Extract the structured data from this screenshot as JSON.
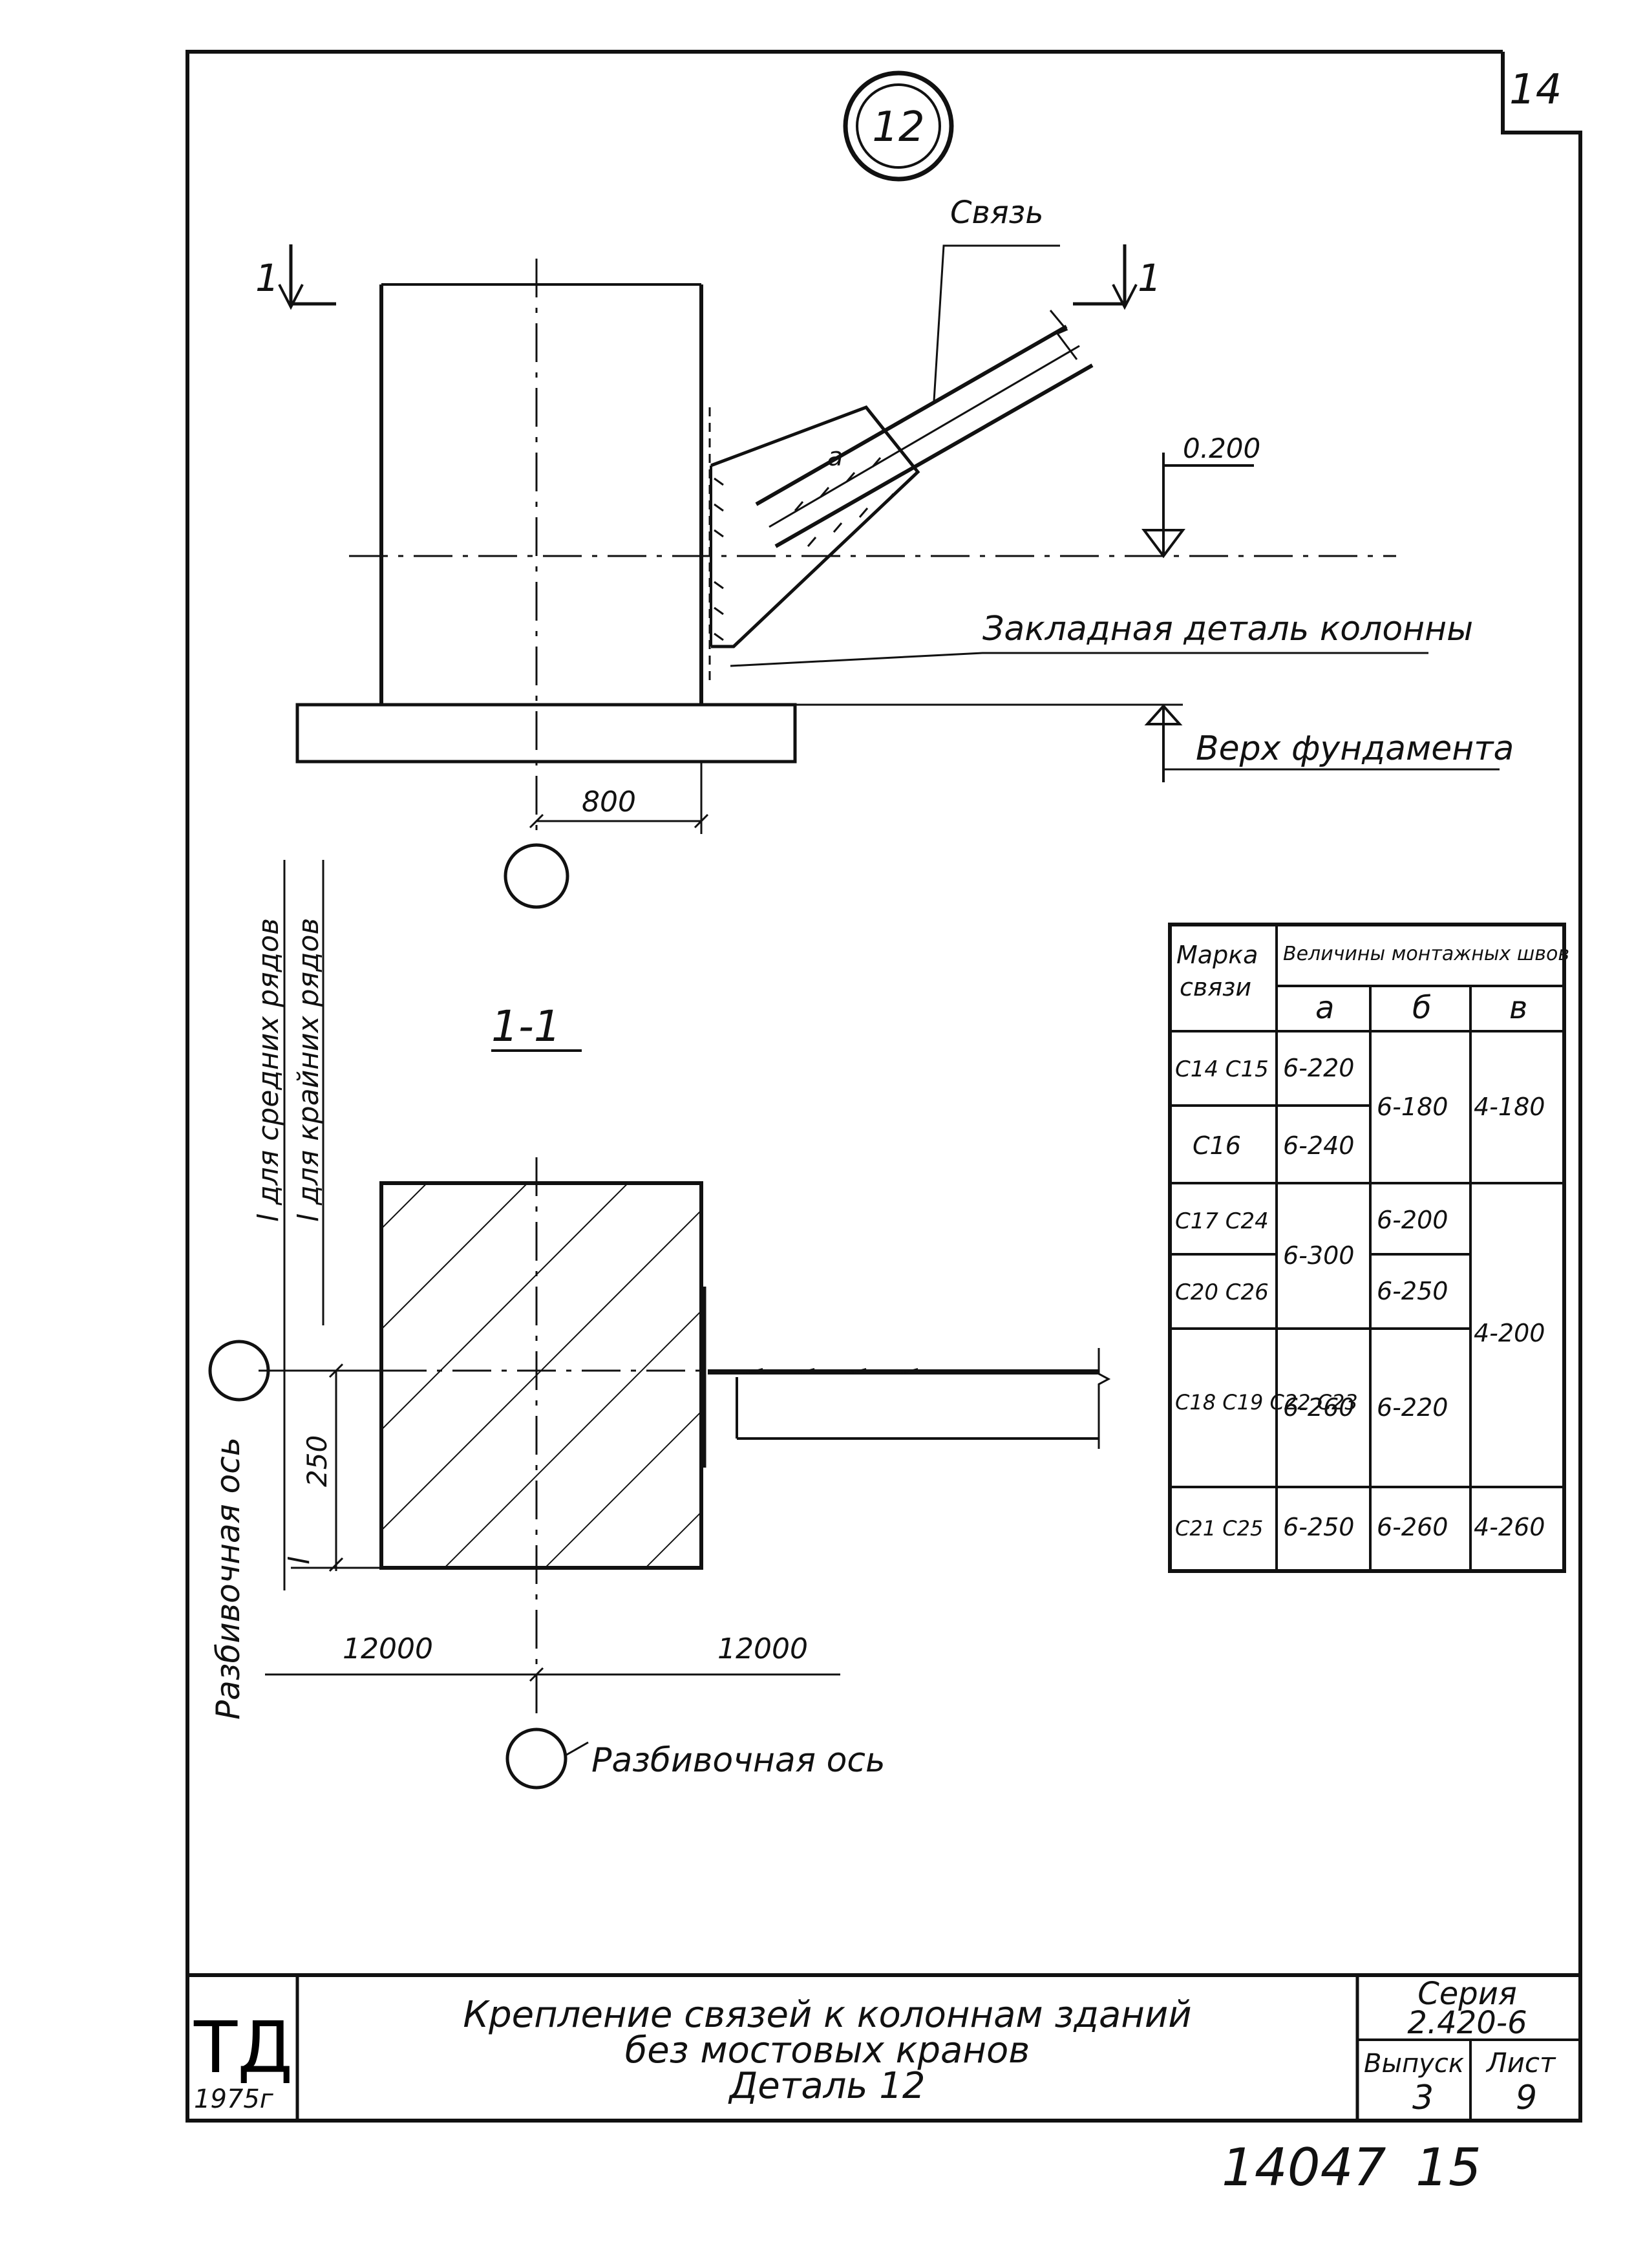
{
  "sheet": {
    "corner_number": "14",
    "detail_number": "12",
    "bottom_number": "14047",
    "bottom_page": "15"
  },
  "elevation": {
    "section_mark": "1",
    "brace_label": "Связь",
    "level_label": "0.200",
    "weld_label": "а",
    "embedded_part_label": "Закладная деталь колонны",
    "foundation_top_label": "Верх фундамента",
    "dim_800": "800"
  },
  "section": {
    "title": "1-1",
    "dim_250": "250",
    "dim_12000_left": "12000",
    "dim_12000_right": "12000",
    "axis_label_bottom": "Разбивочная ось",
    "axis_label_vertical": "Разбивочная ось",
    "l_symbol": "l",
    "l_middle_rows": "l для средних рядов",
    "l_edge_rows": "l для крайних рядов"
  },
  "weld_table": {
    "col_mark_header": "Марка связи",
    "col_group_header": "Величины монтажных швов",
    "col_a": "а",
    "col_b": "б",
    "col_v": "в",
    "rows": [
      {
        "marks": "С14 С15",
        "a": "6-220"
      },
      {
        "marks": "С16",
        "a": "6-240"
      },
      {
        "marks": "С17 С24",
        "b": "6-200"
      },
      {
        "marks": "С20 С26",
        "b": "6-250"
      },
      {
        "marks": "С18 С19 С22 С23",
        "a": "6-260",
        "b": "6-220"
      },
      {
        "marks": "С21 С25",
        "a": "6-250",
        "b": "6-260",
        "v": "4-260"
      }
    ],
    "merged": {
      "b_c14_c16": "6-180",
      "v_c14_c16": "4-180",
      "a_c17_c26": "6-300",
      "v_c17_c23": "4-200"
    }
  },
  "title_block": {
    "logo": "ТД",
    "year": "1975г",
    "title_line1": "Крепление связей к колоннам зданий",
    "title_line2": "без мостовых кранов",
    "title_line3": "Деталь 12",
    "series_label": "Серия",
    "series_value": "2.420-6",
    "issue_label": "Выпуск",
    "issue_value": "3",
    "sheet_label": "Лист",
    "sheet_value": "9"
  }
}
